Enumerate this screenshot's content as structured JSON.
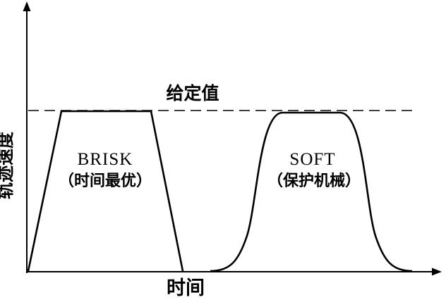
{
  "diagram": {
    "title_none": "",
    "y_axis_label": "轨迹速度",
    "x_axis_label": "时间",
    "setpoint_label": "给定值",
    "curves": [
      {
        "id": "brisk",
        "label": "BRISK",
        "sublabel": "（时间最优）",
        "shape": "trapezoid"
      },
      {
        "id": "soft",
        "label": "SOFT",
        "sublabel": "（保护机械）",
        "shape": "s-curve"
      }
    ],
    "colors": {
      "line": "#000000",
      "background": "#ffffff"
    }
  }
}
